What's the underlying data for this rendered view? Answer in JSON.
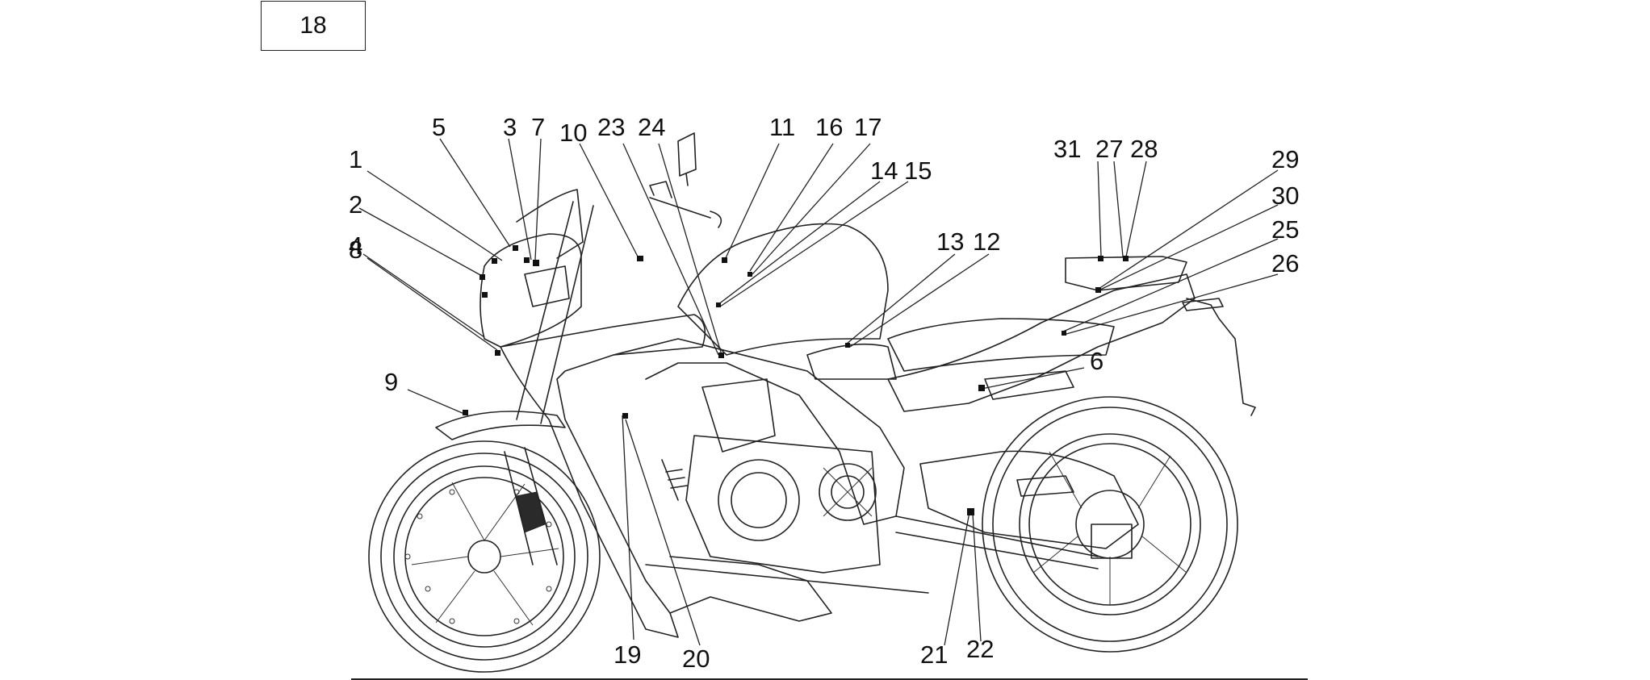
{
  "page_label": "18",
  "callouts": [
    {
      "label": "1"
    },
    {
      "label": "2"
    },
    {
      "label": "3"
    },
    {
      "label": "4"
    },
    {
      "label": "5"
    },
    {
      "label": "7"
    },
    {
      "label": "8"
    },
    {
      "label": "9"
    },
    {
      "label": "10"
    },
    {
      "label": "23"
    },
    {
      "label": "24"
    },
    {
      "label": "11"
    },
    {
      "label": "16"
    },
    {
      "label": "17"
    },
    {
      "label": "14"
    },
    {
      "label": "15"
    },
    {
      "label": "13"
    },
    {
      "label": "12"
    },
    {
      "label": "31"
    },
    {
      "label": "27"
    },
    {
      "label": "28"
    },
    {
      "label": "29"
    },
    {
      "label": "30"
    },
    {
      "label": "25"
    },
    {
      "label": "26"
    },
    {
      "label": "6"
    },
    {
      "label": "19"
    },
    {
      "label": "20"
    },
    {
      "label": "21"
    },
    {
      "label": "22"
    }
  ]
}
